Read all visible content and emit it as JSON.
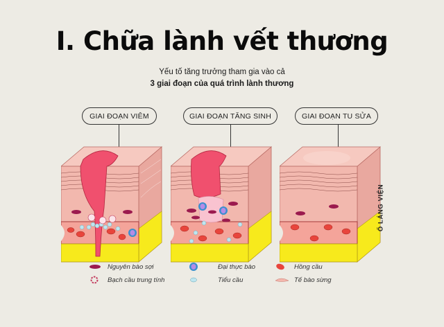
{
  "header": {
    "title": "I. Chữa lành vết thương",
    "subtitle_line1": "Yếu tố tăng trưởng tham gia vào cả",
    "subtitle_line2": "3 giai đoạn của quá trình lành thương"
  },
  "stages": [
    {
      "label": "GIAI ĐOẠN VIÊM"
    },
    {
      "label": "GIAI ĐOẠN TĂNG SINH"
    },
    {
      "label": "GIAI ĐOẠN TU SỬA"
    }
  ],
  "credit": "Ố LÁNG VIỆN",
  "legend": [
    {
      "label": "Nguyên bào sợi",
      "icon": "fibroblast-icon"
    },
    {
      "label": "Bạch cầu trung tính",
      "icon": "neutrophil-icon"
    },
    {
      "label": "Đại thực bào",
      "icon": "macrophage-icon"
    },
    {
      "label": "Tiểu cầu",
      "icon": "platelet-icon"
    },
    {
      "label": "Hồng cầu",
      "icon": "red-blood-cell-icon"
    },
    {
      "label": "Tế bào sừng",
      "icon": "keratinocyte-icon"
    }
  ],
  "colors": {
    "background": "#edebe4",
    "skin": "#f2b8ae",
    "skin_top": "#f6c9c0",
    "wound": "#f0506e",
    "fat": "#f7ea1c",
    "vessel": "#f4a49a",
    "rbc": "#e8453c",
    "macrophage": "#3a8fcf",
    "platelet": "#bfe6f0",
    "fibroblast": "#9b1a4e"
  }
}
